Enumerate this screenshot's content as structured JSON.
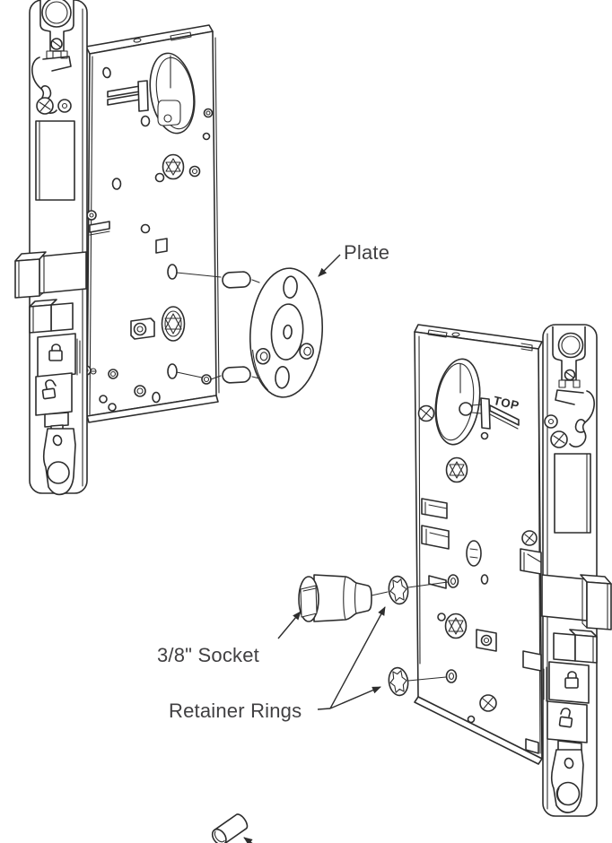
{
  "labels": {
    "plate": "Plate",
    "socket": "3/8\" Socket",
    "retainer_rings": "Retainer Rings"
  },
  "stamps": {
    "top": "TOP"
  },
  "colors": {
    "line": "#2d2d2d",
    "label_text": "#414042",
    "background": "#ffffff"
  }
}
